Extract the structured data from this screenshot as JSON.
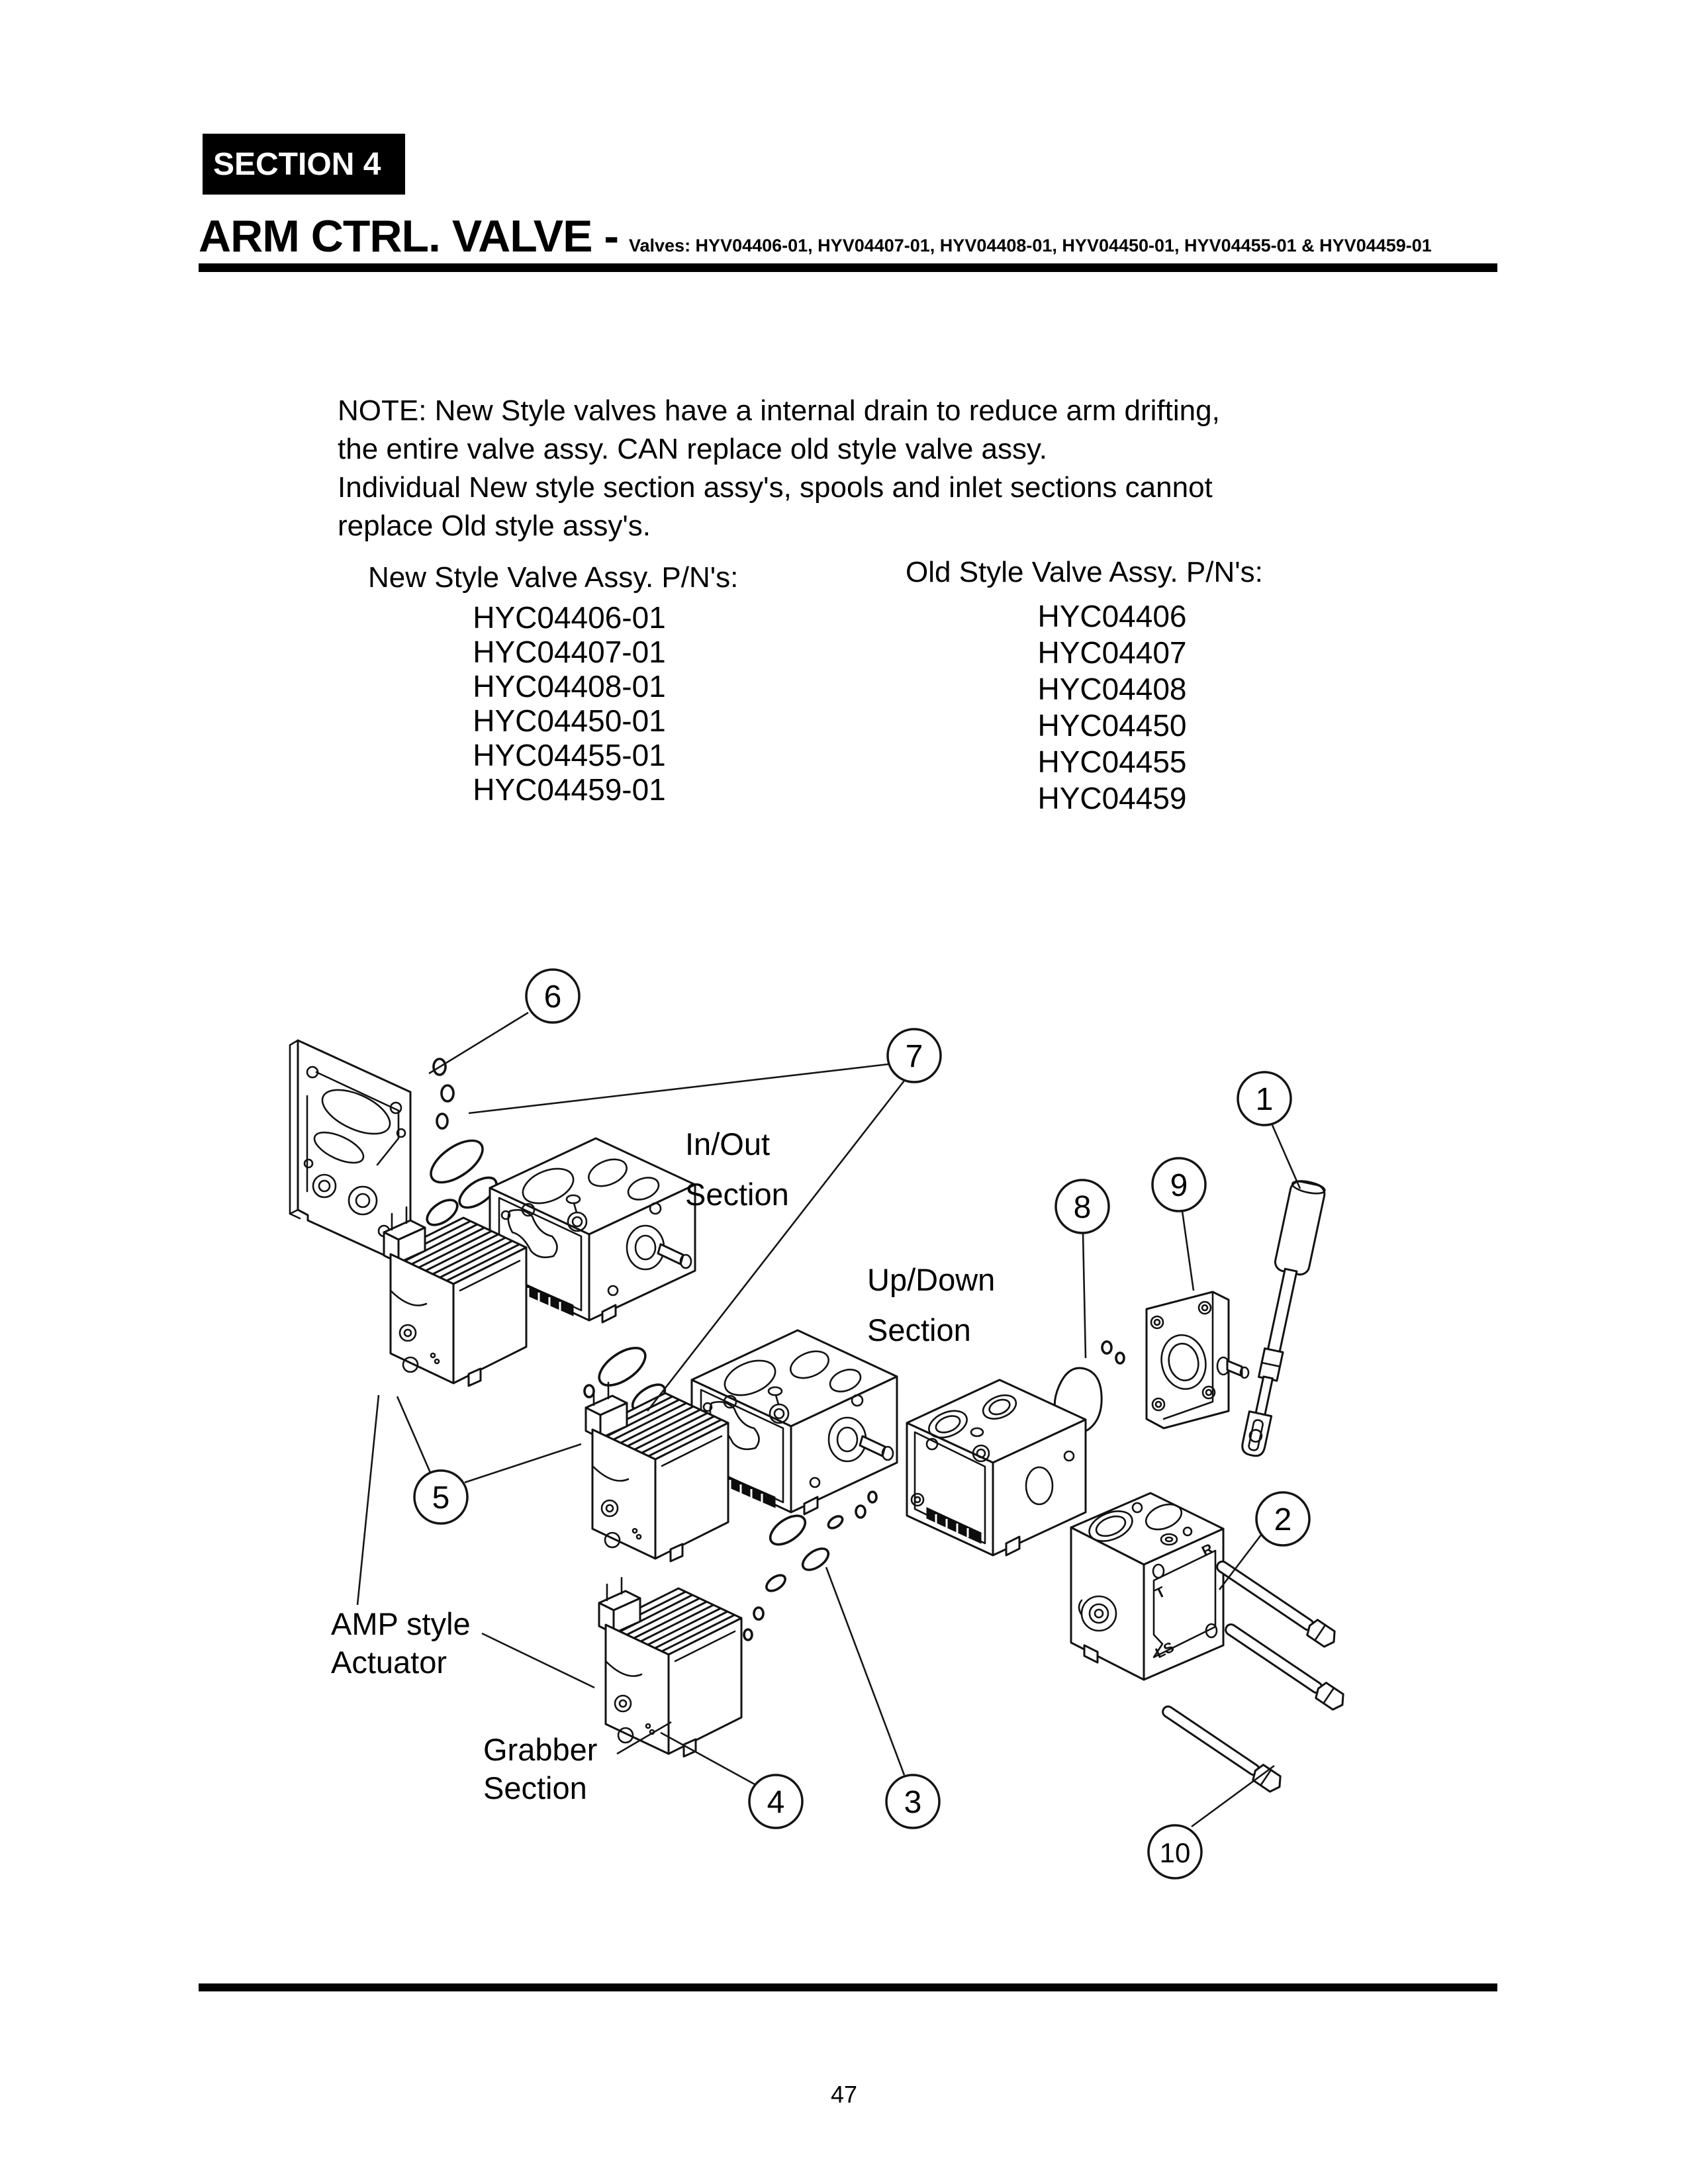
{
  "header": {
    "section_badge": "SECTION 4",
    "title": "ARM CTRL. VALVE -",
    "valves_list": "Valves: HYV04406-01, HYV04407-01, HYV04408-01, HYV04450-01, HYV04455-01 & HYV04459-01"
  },
  "note": {
    "line1": "NOTE: New Style valves have a internal drain to reduce arm drifting,",
    "line2": "the entire valve assy. CAN replace old style valve assy.",
    "line3": "Individual New style section assy's, spools and inlet sections cannot",
    "line4": "replace Old style assy's."
  },
  "part_lists": {
    "new_style": {
      "heading": "New Style Valve Assy. P/N's:",
      "items": [
        "HYC04406-01",
        "HYC04407-01",
        "HYC04408-01",
        "HYC04450-01",
        "HYC04455-01",
        "HYC04459-01"
      ]
    },
    "old_style": {
      "heading": "Old Style Valve Assy. P/N's:",
      "items": [
        "HYC04406",
        "HYC04407",
        "HYC04408",
        "HYC04450",
        "HYC04455",
        "HYC04459"
      ]
    }
  },
  "diagram": {
    "section_labels": {
      "inout": {
        "line1": "In/Out",
        "line2": "Section"
      },
      "updown": {
        "line1": "Up/Down",
        "line2": "Section"
      },
      "amp": {
        "line1": "AMP style",
        "line2": "Actuator"
      },
      "grabber": {
        "line1": "Grabber",
        "line2": "Section"
      }
    },
    "callouts": {
      "c1": "1",
      "c2": "2",
      "c3": "3",
      "c4": "4",
      "c5": "5",
      "c6": "6",
      "c7": "7",
      "c8": "8",
      "c9": "9",
      "c10": "10"
    },
    "block_markings": {
      "t": "T",
      "r": "R",
      "ls": "LS"
    }
  },
  "footer": {
    "page_number": "47"
  }
}
